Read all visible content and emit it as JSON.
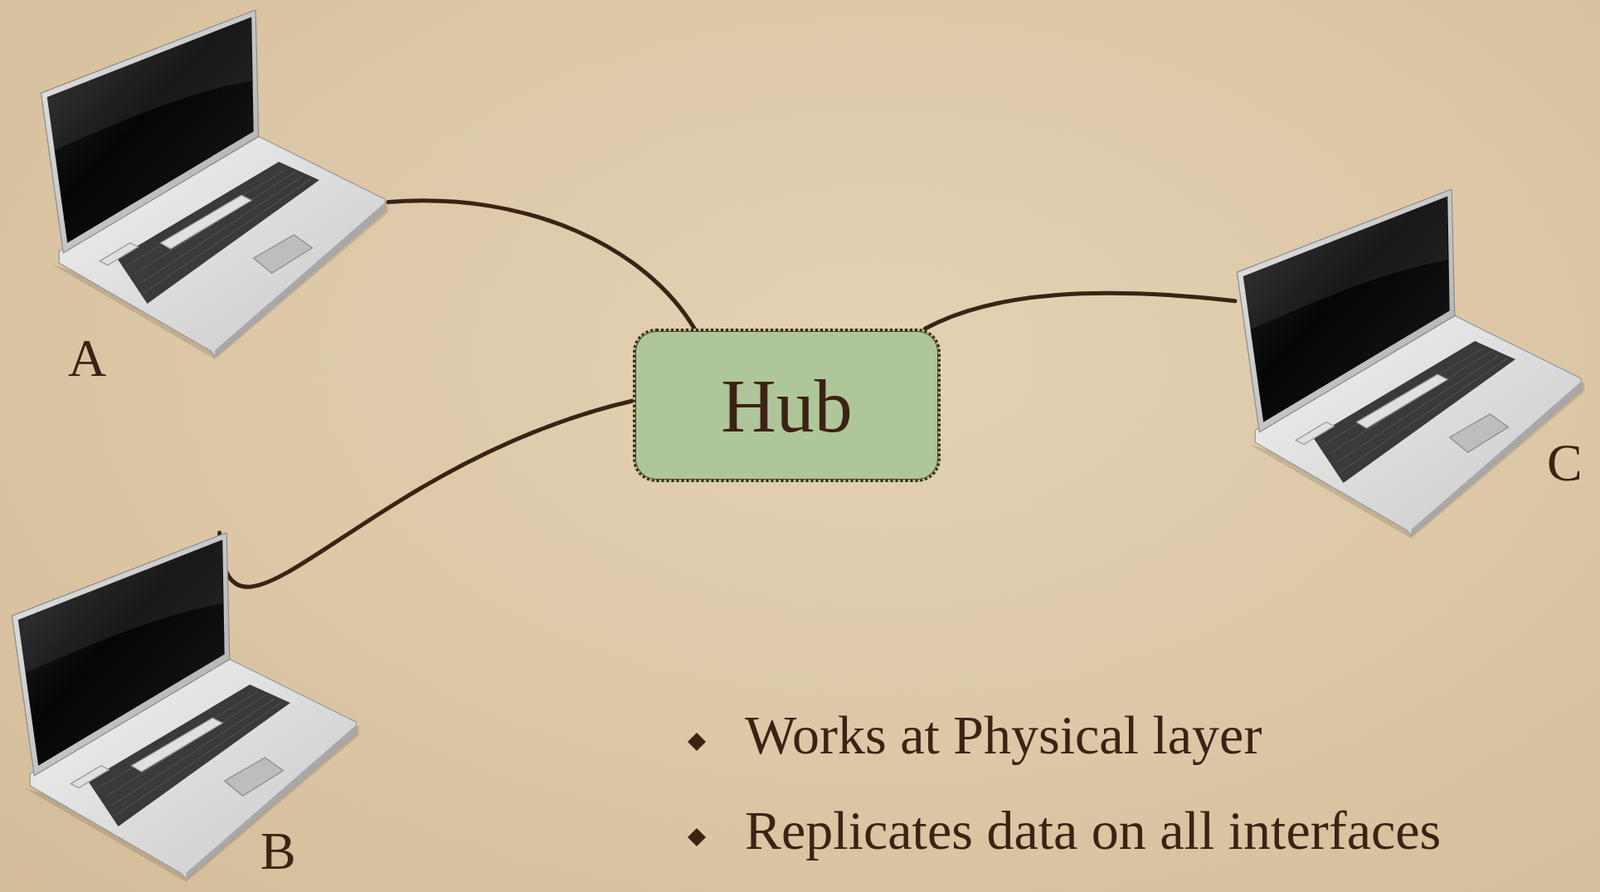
{
  "diagram": {
    "nodes": [
      {
        "text": [
          "A"
        ]
      },
      {
        "text": [
          "Hub"
        ]
      },
      {
        "text": [
          "C"
        ]
      },
      {
        "text": [
          "B"
        ]
      }
    ],
    "edges": [
      {
        "from": 0,
        "to": 1,
        "arrow": "none"
      },
      {
        "from": 1,
        "to": 2,
        "arrow": "none"
      },
      {
        "from": 3,
        "to": 1,
        "arrow": "none"
      }
    ],
    "labels": [
      "Works at Physical layer",
      "Replicates data on all interfaces"
    ]
  }
}
